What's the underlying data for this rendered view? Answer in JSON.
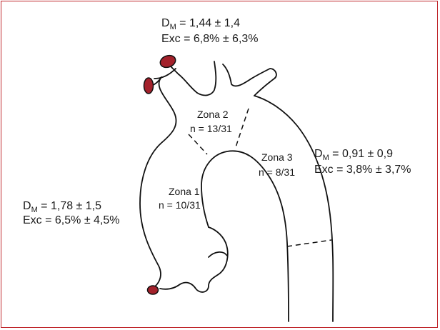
{
  "colors": {
    "border": "#c0282d",
    "ostium": "#a3212b",
    "line": "#111111",
    "text": "#1a1a1a"
  },
  "top": {
    "dm_symbol": "D",
    "dm_sub": "M",
    "dm_value": " = 1,44 ± 1,4",
    "exc": "Exc = 6,8% ± 6,3%"
  },
  "left": {
    "dm_symbol": "D",
    "dm_sub": "M",
    "dm_value": " = 1,78 ± 1,5",
    "exc": "Exc = 6,5% ± 4,5%"
  },
  "right": {
    "dm_symbol": "D",
    "dm_sub": "M",
    "dm_value": " = 0,91 ± 0,9",
    "exc": "Exc = 3,8% ± 3,7%"
  },
  "zones": {
    "zona1": {
      "title": "Zona 1",
      "n": "n = 10/31"
    },
    "zona2": {
      "title": "Zona 2",
      "n": "n = 13/31"
    },
    "zona3": {
      "title": "Zona 3",
      "n": "n = 8/31"
    }
  }
}
